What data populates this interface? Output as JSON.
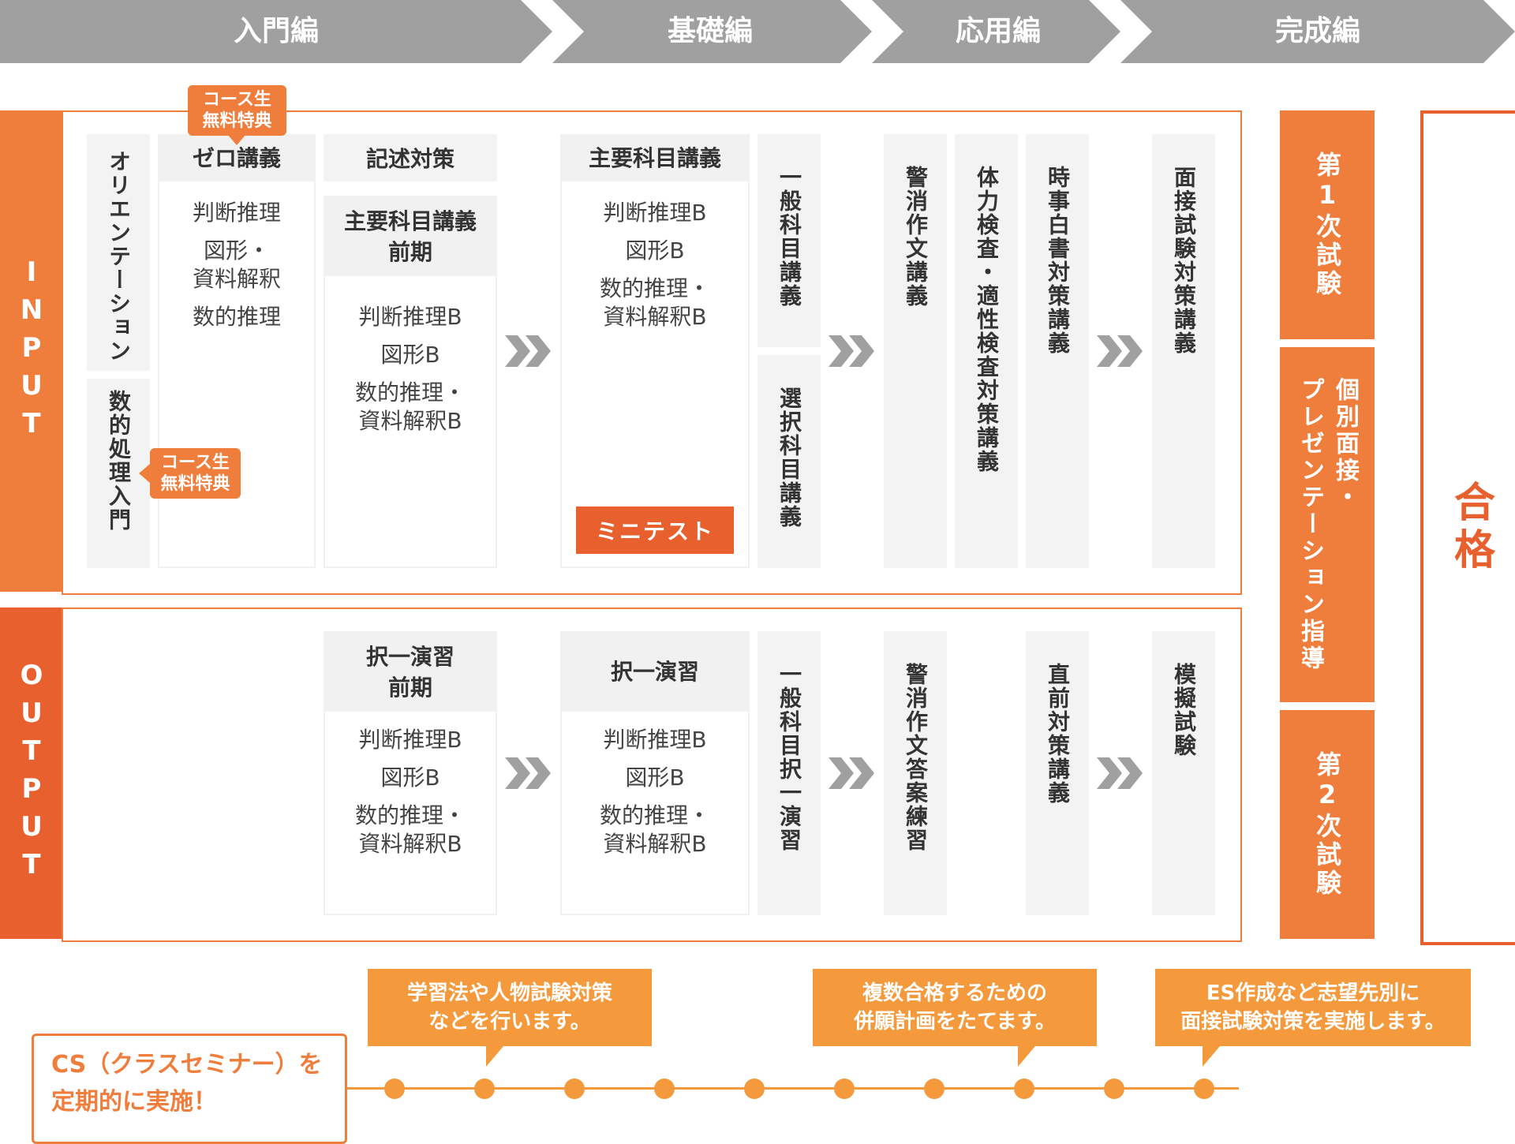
{
  "stages": [
    {
      "label": "入門編"
    },
    {
      "label": "基礎編"
    },
    {
      "label": "応用編"
    },
    {
      "label": "完成編"
    }
  ],
  "sections": {
    "input": "INPUT",
    "output": "OUTPUT"
  },
  "input": {
    "orientation": "オリエンテーション",
    "num_intro": "数的処理入門",
    "zero": {
      "title": "ゼロ講義",
      "topics": [
        "判断推理",
        "図形・\n資料解釈",
        "数的推理"
      ]
    },
    "kijutsu": "記述対策",
    "main_early": {
      "title": "主要科目講義\n前期",
      "topics": [
        "判断推理B",
        "図形B",
        "数的推理・\n資料解釈B"
      ]
    },
    "main": {
      "title": "主要科目講義",
      "topics": [
        "判断推理B",
        "図形B",
        "数的推理・\n資料解釈B"
      ],
      "mini_test": "ミニテスト"
    },
    "general": "一般科目講義",
    "elective": "選択科目講義",
    "essay": "警消作文講義",
    "fitness": "体力検査・適性検査対策講義",
    "white_paper": "時事白書対策講義",
    "interview": "面接試験対策講義"
  },
  "badges": {
    "zero": "コース生\n無料特典",
    "num_intro": "コース生\n無料特典"
  },
  "output": {
    "mc_early": {
      "title": "択一演習\n前期",
      "topics": [
        "判断推理B",
        "図形B",
        "数的推理・\n資料解釈B"
      ]
    },
    "mc": {
      "title": "択一演習",
      "topics": [
        "判断推理B",
        "図形B",
        "数的推理・\n資料解釈B"
      ]
    },
    "general_mc": "一般科目択一演習",
    "essay_practice": "警消作文答案練習",
    "final": "直前対策講義",
    "mock": "模擬試験"
  },
  "exams": {
    "first": "第1次試験",
    "interview": "個別面接・\nプレゼンテーション指導",
    "second": "第2次試験",
    "pass": "合格"
  },
  "callouts": [
    "学習法や人物試験対策\nなどを行います。",
    "複数合格するための\n併願計画をたてます。",
    "ES作成など志望先別に\n面接試験対策を実施します。"
  ],
  "cs_box": "CS（クラスセミナー）を\n定期的に実施！",
  "colors": {
    "orange": "#ef7d3c",
    "dark_orange": "#e8602e",
    "gray_bar": "#a0a0a0",
    "light_gray": "#f3f3f3",
    "callout": "#f59a3c"
  }
}
